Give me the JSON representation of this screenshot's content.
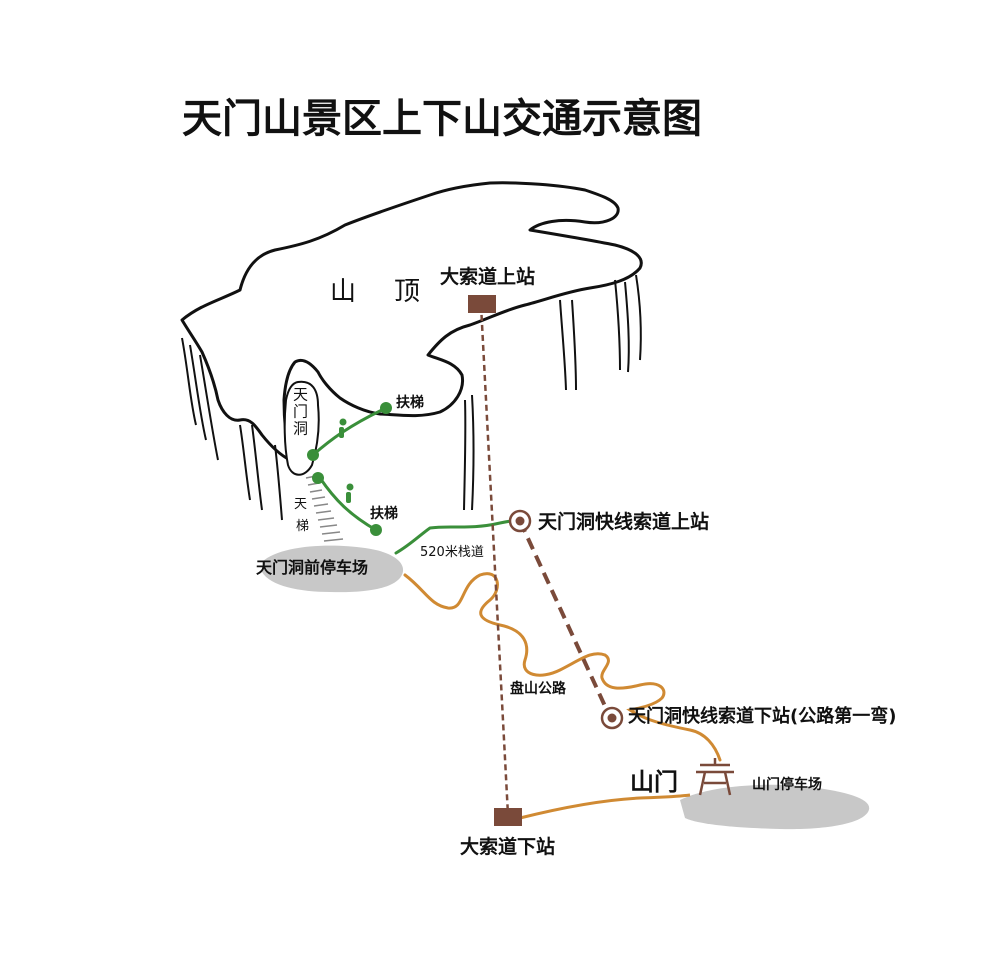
{
  "title": "天门山景区上下山交通示意图",
  "colors": {
    "cliff_outline": "#111111",
    "escalator_route": "#3a8f3a",
    "road": "#d08a33",
    "cable_car": "#7a4a3a",
    "parking": "#c8c8c8"
  },
  "labels": {
    "summit_shan": "山",
    "summit_ding": "顶",
    "big_cable_top": "大索道上站",
    "big_cable_bottom": "大索道下站",
    "tianmen_cave": "天门洞",
    "escalator_upper": "扶梯",
    "escalator_lower": "扶梯",
    "stairs_tian": "天",
    "stairs_ti": "梯",
    "fast_cable_top": "天门洞快线索道上站",
    "fast_cable_bottom": "天门洞快线索道下站(公路第一弯)",
    "front_parking": "天门洞前停车场",
    "plank_road": "520米栈道",
    "winding_road": "盘山公路",
    "gate": "山门",
    "gate_parking": "山门停车场"
  }
}
